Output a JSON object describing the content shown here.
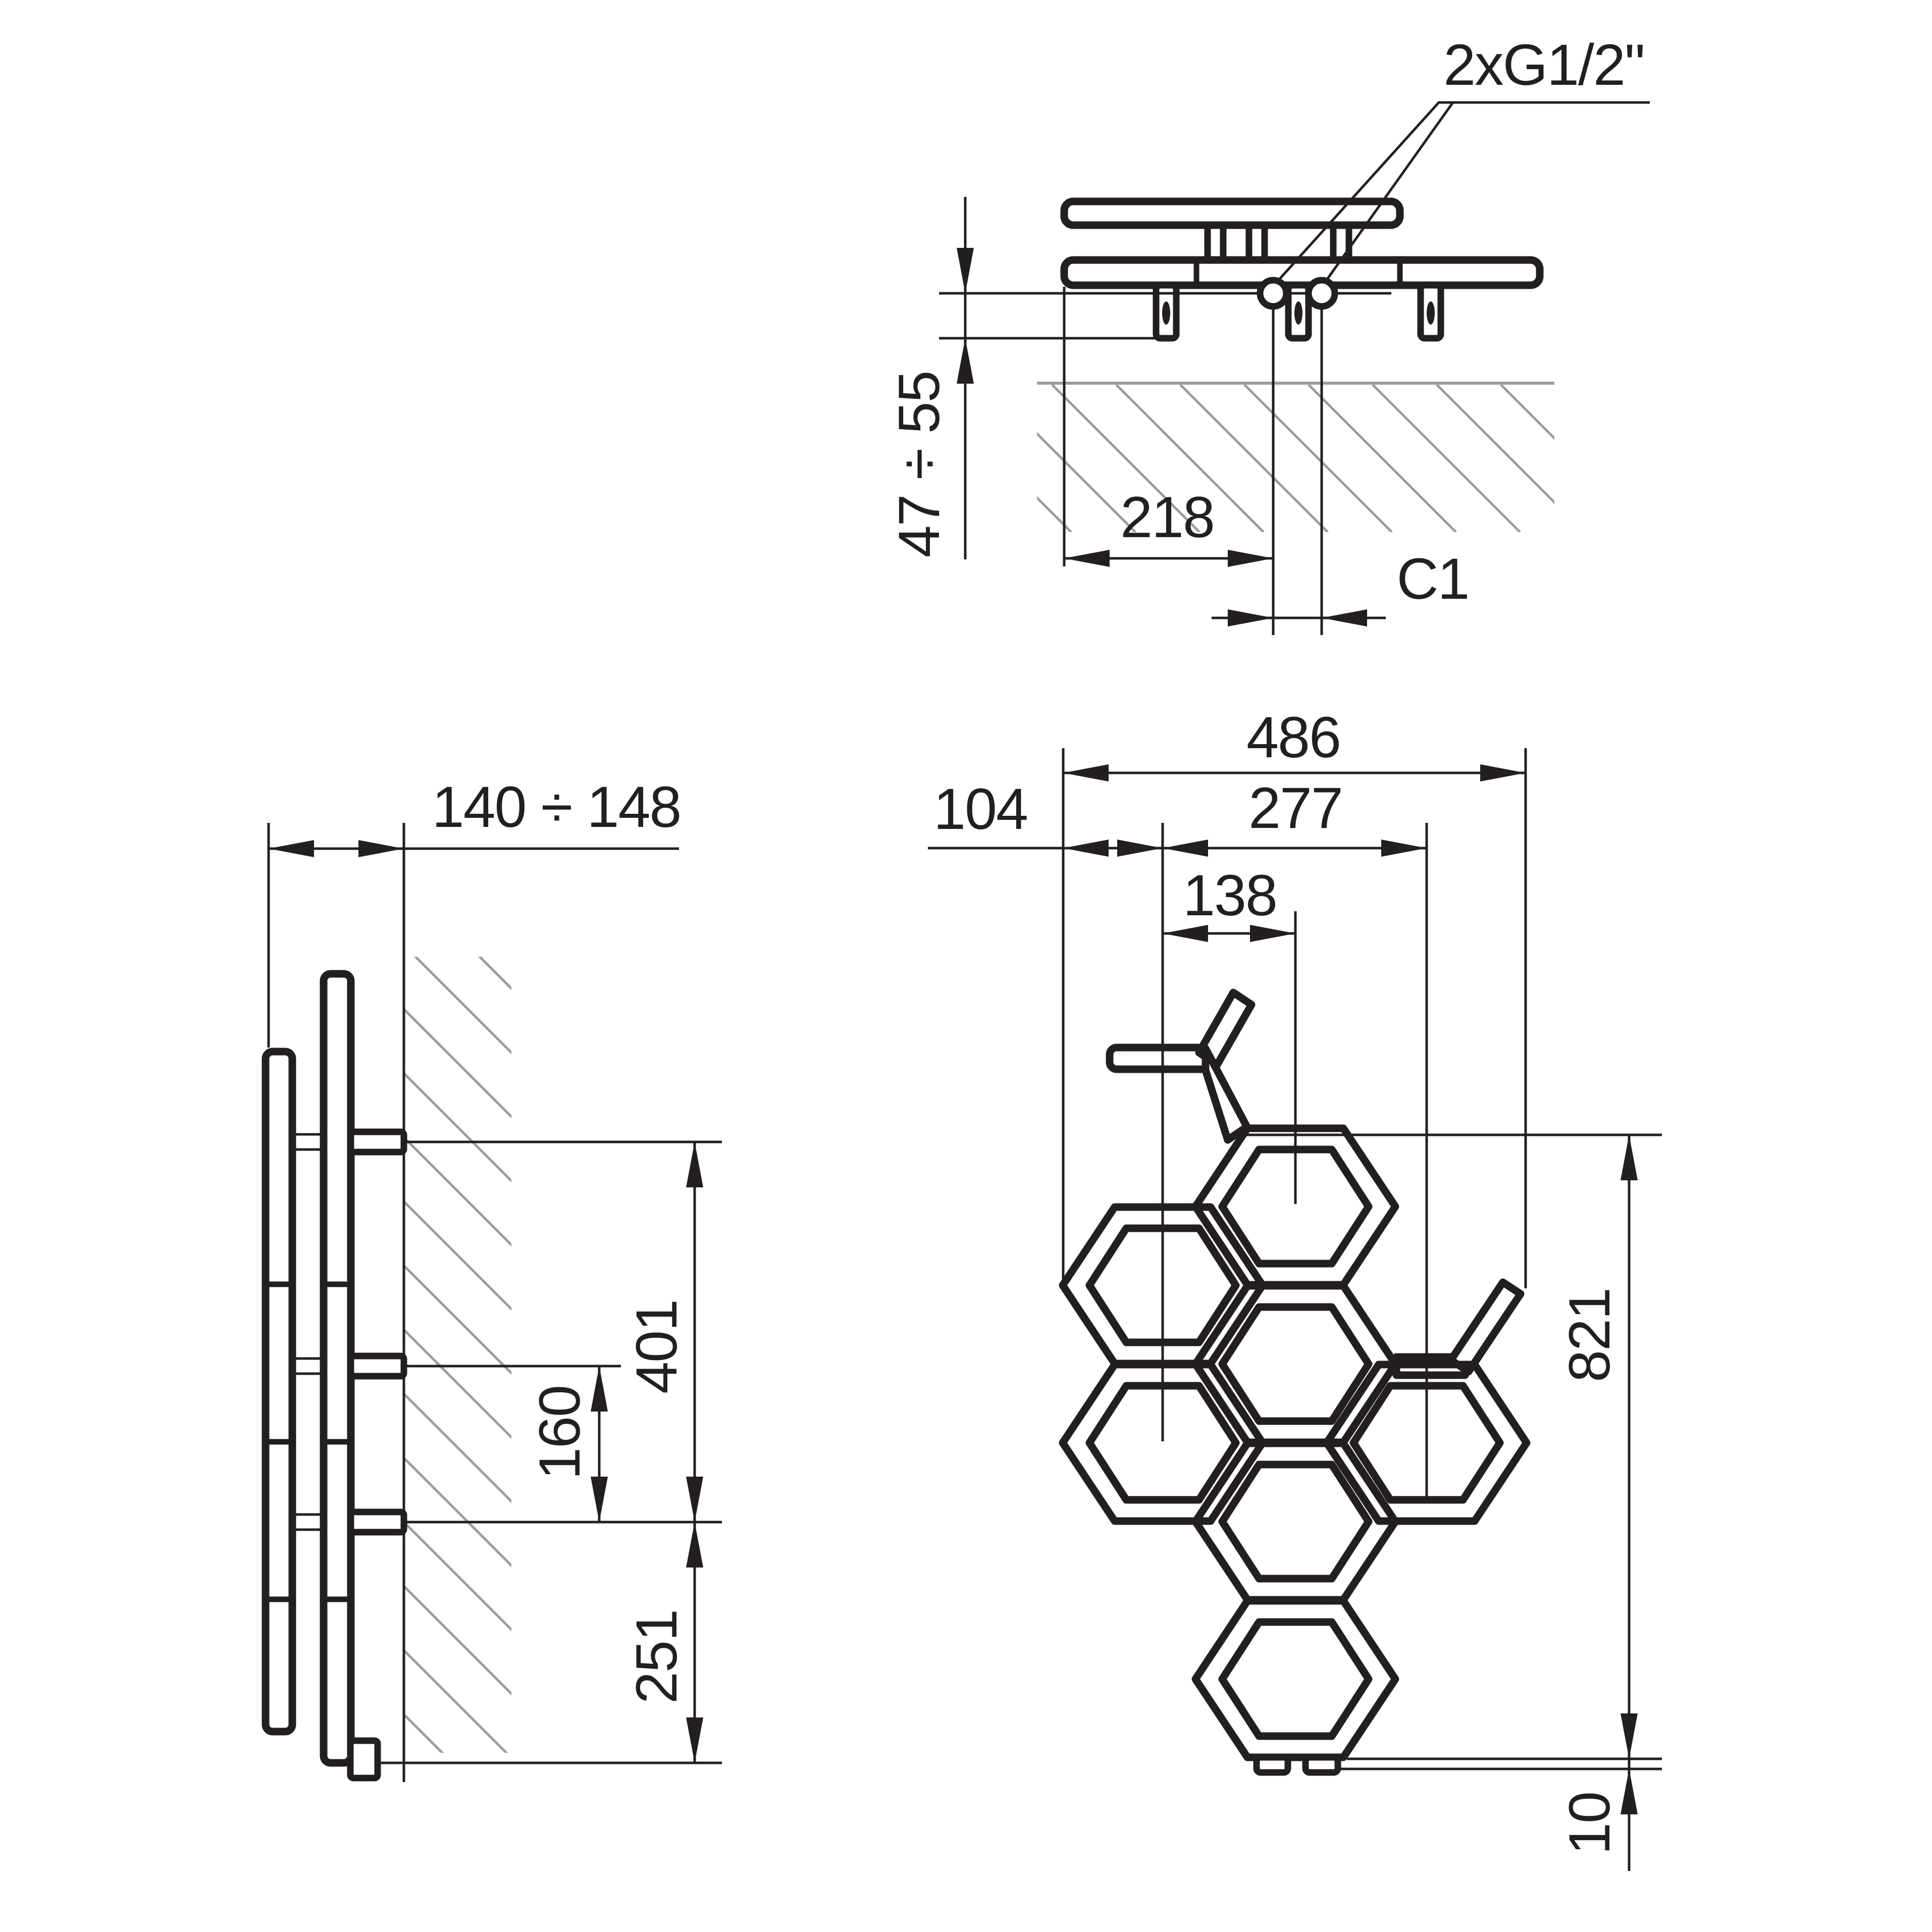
{
  "drawing": {
    "type": "radiator installation dimension drawing",
    "colors": {
      "ink": "#231f20",
      "hatch": "#9d9da0",
      "background": "#ffffff"
    },
    "views": {
      "top": {
        "callout_label": "2xG1/2\"",
        "dim_wall_clearance": "47 ÷ 55",
        "dim_bracket_offset": "218",
        "dim_connection_spacing": "C1"
      },
      "side": {
        "dim_depth": "140 ÷ 148",
        "dim_upper_to_lower_bracket": "401",
        "dim_middle_to_lower_bracket": "160",
        "dim_lower_bracket_to_bottom": "251"
      },
      "front": {
        "hexagon_cells": 7,
        "dim_width": "486",
        "dim_left_edge_to_first_column": "104",
        "dim_outer_column_span": "277",
        "dim_column_spacing": "138",
        "dim_height": "821",
        "dim_bottom_connection_offset": "10"
      }
    }
  }
}
